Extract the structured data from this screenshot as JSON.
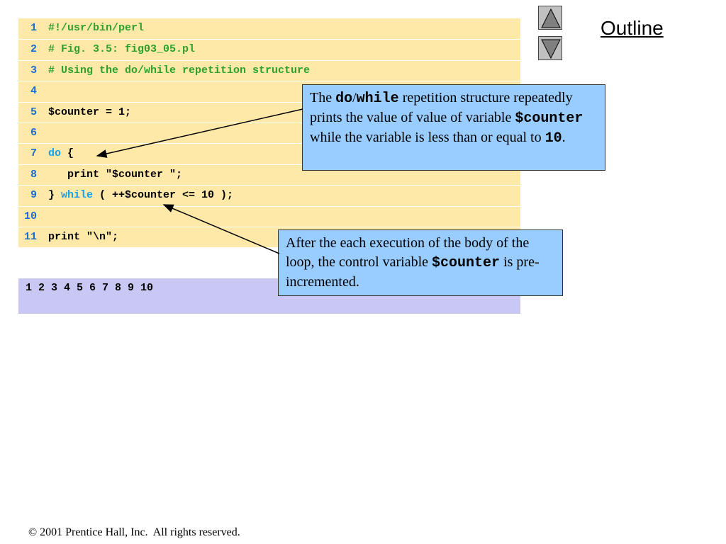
{
  "navigation": {
    "outline_label": "Outline",
    "up_icon": "triangle-up-icon",
    "down_icon": "triangle-down-icon"
  },
  "code": {
    "lines": [
      {
        "number": "1",
        "segments": [
          {
            "text": "#!/usr/bin/perl",
            "style": "comment"
          }
        ]
      },
      {
        "number": "2",
        "segments": [
          {
            "text": "# Fig. 3.5: fig03_05.pl",
            "style": "comment"
          }
        ]
      },
      {
        "number": "3",
        "segments": [
          {
            "text": "# Using the do/while repetition structure",
            "style": "comment"
          }
        ]
      },
      {
        "number": "4",
        "segments": []
      },
      {
        "number": "5",
        "segments": [
          {
            "text": "$counter = 1;",
            "style": "plain"
          }
        ]
      },
      {
        "number": "6",
        "segments": []
      },
      {
        "number": "7",
        "segments": [
          {
            "text": "do",
            "style": "keyword"
          },
          {
            "text": " {",
            "style": "plain"
          }
        ]
      },
      {
        "number": "8",
        "segments": [
          {
            "text": "   print \"$counter \";",
            "style": "plain"
          }
        ]
      },
      {
        "number": "9",
        "segments": [
          {
            "text": "} ",
            "style": "plain"
          },
          {
            "text": "while",
            "style": "keyword"
          },
          {
            "text": " ( ++$counter <= 10 );",
            "style": "plain"
          }
        ]
      },
      {
        "number": "10",
        "segments": []
      },
      {
        "number": "11",
        "segments": [
          {
            "text": "print \"\\n\";",
            "style": "plain"
          }
        ]
      }
    ]
  },
  "output": {
    "text": "1 2 3 4 5 6 7 8 9 10"
  },
  "callouts": {
    "first": {
      "prefix": "The ",
      "code_do": "do",
      "slash": "/",
      "code_while": "while",
      "middle1": " repetition structure repeatedly prints the value of value of variable ",
      "code_var": "$counter",
      "middle2": " while the variable is less than or equal to ",
      "code_ten": "10",
      "suffix": "."
    },
    "second": {
      "prefix": "After the each execution of the body of the loop, the control variable ",
      "code_var": "$counter",
      "suffix": " is pre-incremented."
    }
  },
  "footer": {
    "copyright": "© 2001 Prentice Hall, Inc.  All rights reserved."
  },
  "colors": {
    "code_background": "#ffe9a8",
    "output_background": "#c9c8f5",
    "callout_background": "#99ccff",
    "line_number": "#1a6bd6",
    "keyword": "#1aa0e8",
    "comment": "#2ea02e"
  }
}
